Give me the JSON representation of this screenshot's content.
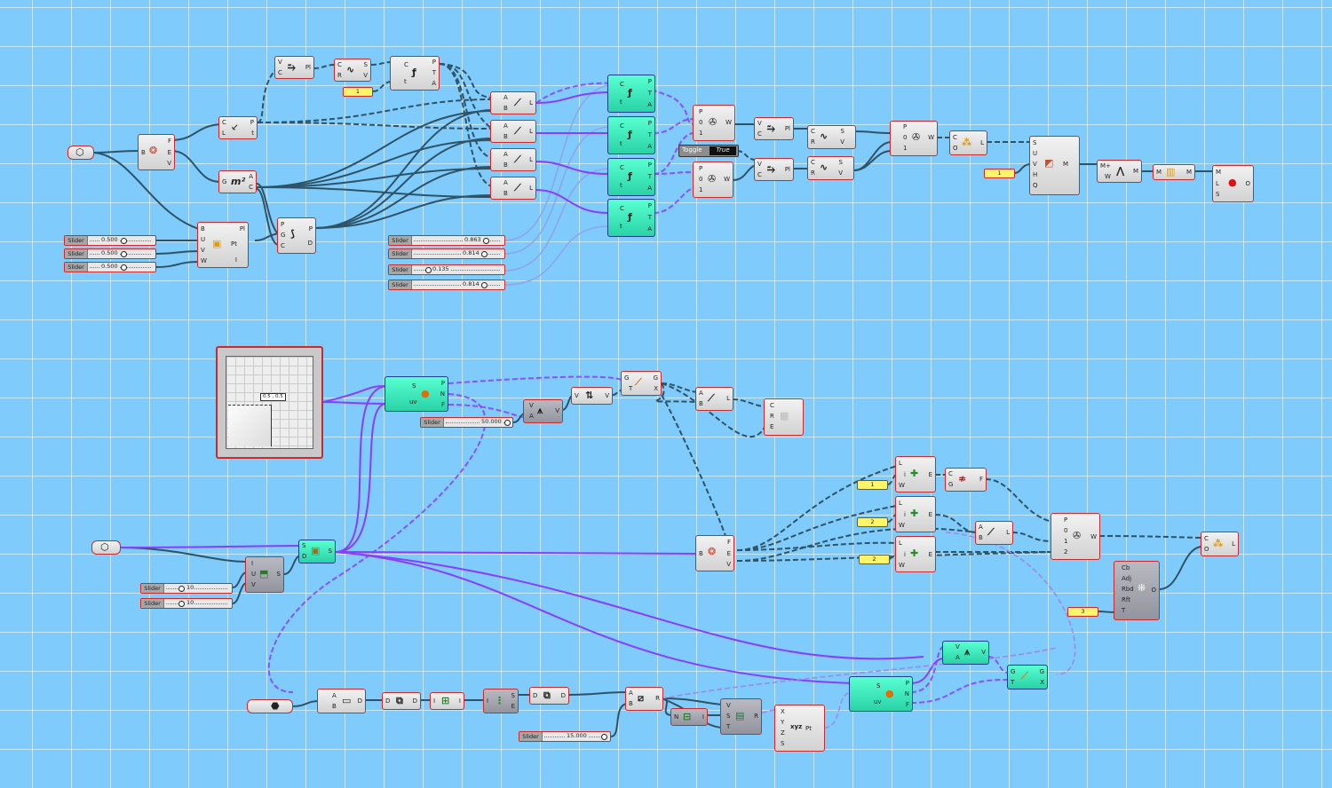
{
  "canvas": {
    "background_color": "#7fcbfb",
    "wire_color": "#2f5366",
    "preview_wire_color": "#8a3dff",
    "component_border": "#c92b2b",
    "geometry_component_color": "#3fe8bb"
  },
  "sliders": [
    {
      "label": "Slider",
      "value": "0.500",
      "fraction": 0.5
    },
    {
      "label": "Slider",
      "value": "0.500",
      "fraction": 0.5
    },
    {
      "label": "Slider",
      "value": "0.500",
      "fraction": 0.5
    },
    {
      "label": "Slider",
      "value": "0.863",
      "fraction": 0.863
    },
    {
      "label": "Slider",
      "value": "0.814",
      "fraction": 0.814
    },
    {
      "label": "Slider",
      "value": "0.135",
      "fraction": 0.135
    },
    {
      "label": "Slider",
      "value": "0.814",
      "fraction": 0.814
    },
    {
      "label": "Slider",
      "value": "50.000",
      "fraction": 0.9
    },
    {
      "label": "Slider",
      "value": "10",
      "fraction": 0.12
    },
    {
      "label": "Slider",
      "value": "10",
      "fraction": 0.12
    },
    {
      "label": "Slider",
      "value": "15.000",
      "fraction": 0.9
    }
  ],
  "panels": [
    "1",
    "1",
    "1",
    "2",
    "2",
    "3"
  ],
  "toggle": {
    "label": "Toggle",
    "value": "True"
  },
  "graph_mapper": {
    "readout": "0.5 , 0.5"
  },
  "components": {
    "srf_param": {
      "icon": "surface-param-icon"
    },
    "brep_edges": {
      "inputs": [
        "B"
      ],
      "outputs": [
        "F",
        "E",
        "V"
      ]
    },
    "discontinuity": {
      "inputs": [
        "C",
        "L"
      ],
      "outputs": [
        "P",
        "t"
      ]
    },
    "area": {
      "inputs": [
        "G"
      ],
      "outputs": [
        "A",
        "C"
      ],
      "icon_text": "m²"
    },
    "eval_srf": {
      "inputs": [
        "B",
        "U",
        "V",
        "W"
      ],
      "outputs": [
        "Pl",
        "Pt",
        "I"
      ]
    },
    "closest_pt": {
      "inputs": [
        "P",
        "G",
        "C"
      ],
      "outputs": [
        "P",
        "D"
      ]
    },
    "perp_frame": {
      "inputs": [
        "V",
        "C"
      ],
      "outputs": [
        "Pl"
      ]
    },
    "curve_closest": {
      "inputs": [
        "C",
        "R"
      ],
      "outputs": [
        "S",
        "V"
      ]
    },
    "tangent": {
      "inputs": [
        "C",
        "t"
      ],
      "outputs": [
        "P",
        "T",
        "A"
      ]
    },
    "line_ab": {
      "inputs": [
        "A",
        "B"
      ],
      "outputs": [
        "L"
      ]
    },
    "eval_crv_g": {
      "inputs": [
        "C",
        "t"
      ],
      "outputs": [
        "P",
        "T",
        "A"
      ]
    },
    "weave": {
      "inputs": [
        "P",
        "0",
        "1"
      ],
      "outputs": [
        "W"
      ]
    },
    "weave3": {
      "inputs": [
        "P",
        "0",
        "1",
        "2"
      ],
      "outputs": [
        "W"
      ]
    },
    "interp": {
      "inputs": [
        "C",
        "O"
      ],
      "outputs": [
        "L"
      ]
    },
    "sweep": {
      "inputs": [
        "S",
        "U",
        "V",
        "H",
        "Q"
      ],
      "outputs": [
        "M"
      ]
    },
    "mesh_join": {
      "inputs": [
        "M+",
        "W"
      ],
      "outputs": [
        "M"
      ]
    },
    "mesh_weld": {
      "inputs": [
        "M"
      ],
      "outputs": [
        "M"
      ]
    },
    "preview": {
      "inputs": [
        "M",
        "L",
        "S"
      ],
      "outputs": [
        "O"
      ]
    },
    "populate_sphere": {
      "inputs": [
        "S",
        "uv"
      ],
      "outputs": [
        "P",
        "N",
        "F"
      ]
    },
    "vec_amp": {
      "inputs": [
        "V",
        "A"
      ],
      "outputs": [
        "V"
      ]
    },
    "vec_reverse": {
      "inputs": [
        "V"
      ],
      "outputs": [
        "V"
      ]
    },
    "move": {
      "inputs": [
        "G",
        "T"
      ],
      "outputs": [
        "G",
        "X"
      ]
    },
    "line2": {
      "inputs": [
        "A",
        "B"
      ],
      "outputs": [
        "L"
      ]
    },
    "custom_preview": {
      "inputs": [
        "C",
        "R",
        "E"
      ],
      "outputs": []
    },
    "list_item": {
      "inputs": [
        "L",
        "i",
        "W"
      ],
      "outputs": [
        "E"
      ]
    },
    "fillet": {
      "inputs": [
        "C",
        "G"
      ],
      "outputs": [
        "F"
      ]
    },
    "offset_srf": {
      "inputs": [
        "S",
        "D"
      ],
      "outputs": [
        "S"
      ]
    },
    "divide_domain": {
      "inputs": [
        "I",
        "U",
        "V"
      ],
      "outputs": [
        "S"
      ]
    },
    "brep_edges2": {
      "inputs": [
        "B"
      ],
      "outputs": [
        "F",
        "E",
        "V"
      ]
    },
    "construct": {
      "inputs": [
        "Cb",
        "Adj",
        "Rbd",
        "Rft",
        "T"
      ],
      "outputs": [
        "O"
      ]
    },
    "series": {
      "inputs": [
        "A",
        "B"
      ],
      "outputs": [
        "D"
      ]
    },
    "dup": {
      "inputs": [
        "D"
      ],
      "outputs": [
        "D"
      ]
    },
    "range": {
      "inputs": [
        "I"
      ],
      "outputs": [
        "I"
      ]
    },
    "split": {
      "inputs": [
        "I"
      ],
      "outputs": [
        "S",
        "E"
      ]
    },
    "dup2": {
      "inputs": [
        "D"
      ],
      "outputs": [
        "D"
      ]
    },
    "remap": {
      "inputs": [
        "A",
        "B"
      ],
      "outputs": [
        "R"
      ]
    },
    "neg": {
      "inputs": [
        "N"
      ],
      "outputs": [
        "I"
      ]
    },
    "vec_xyz": {
      "inputs": [
        "V",
        "S",
        "T"
      ],
      "outputs": [
        "R"
      ]
    },
    "pt_xyz": {
      "inputs": [
        "X",
        "Y",
        "Z",
        "S"
      ],
      "outputs": [
        "Pt"
      ]
    }
  }
}
